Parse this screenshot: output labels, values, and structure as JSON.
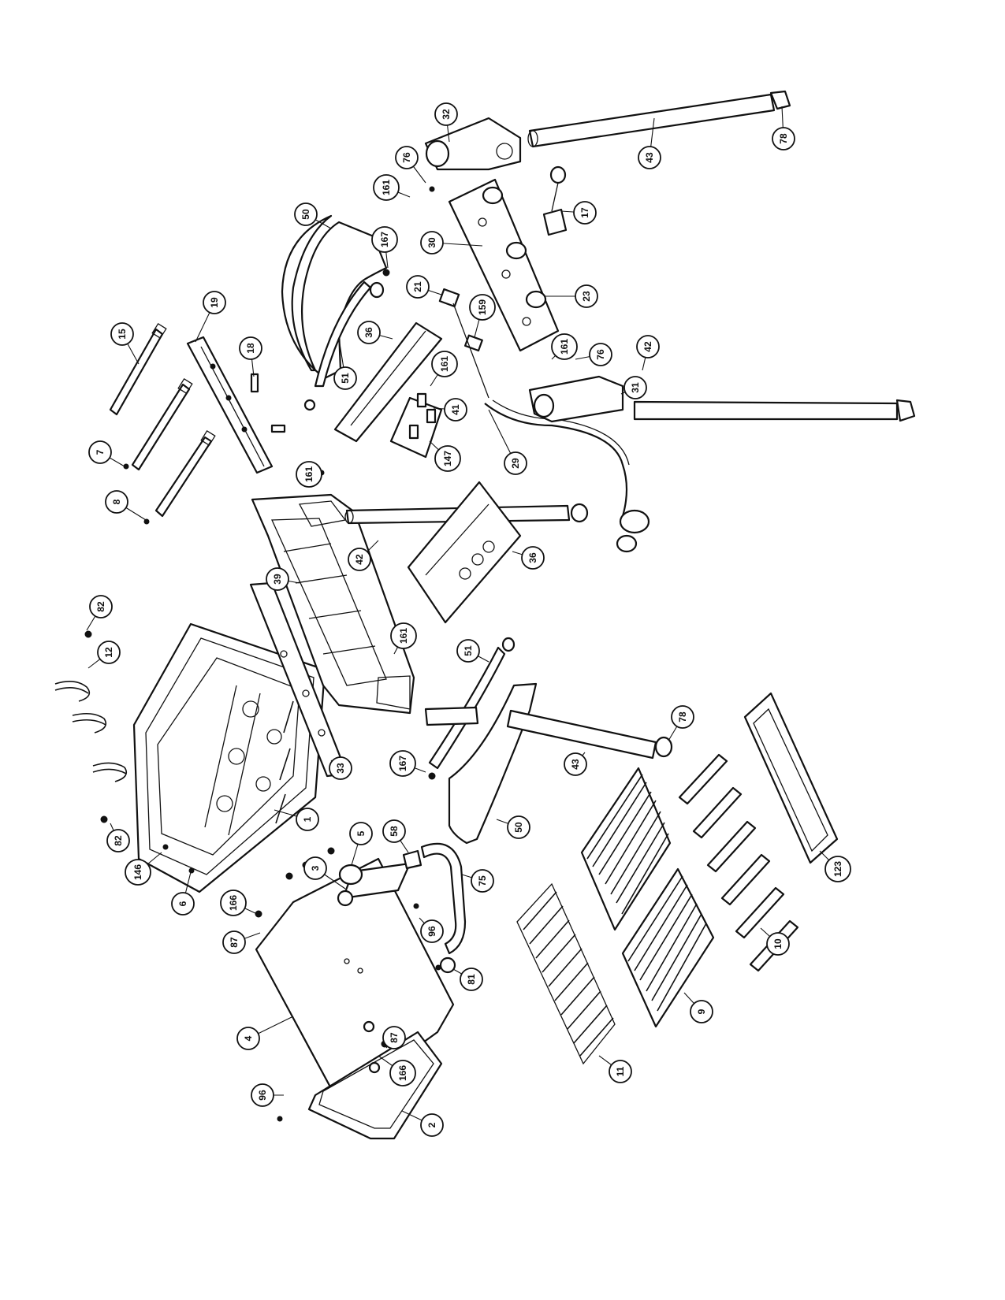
{
  "callouts": [
    {
      "id": "c1",
      "label": "1"
    },
    {
      "id": "c2",
      "label": "2"
    },
    {
      "id": "c3",
      "label": "3"
    },
    {
      "id": "c4",
      "label": "4"
    },
    {
      "id": "c5",
      "label": "5"
    },
    {
      "id": "c6",
      "label": "6"
    },
    {
      "id": "c7",
      "label": "7"
    },
    {
      "id": "c8",
      "label": "8"
    },
    {
      "id": "c9",
      "label": "9"
    },
    {
      "id": "c10",
      "label": "10"
    },
    {
      "id": "c11",
      "label": "11"
    },
    {
      "id": "c12",
      "label": "12"
    },
    {
      "id": "c15",
      "label": "15"
    },
    {
      "id": "c17",
      "label": "17"
    },
    {
      "id": "c18",
      "label": "18"
    },
    {
      "id": "c19",
      "label": "19"
    },
    {
      "id": "c21",
      "label": "21"
    },
    {
      "id": "c23",
      "label": "23"
    },
    {
      "id": "c29",
      "label": "29"
    },
    {
      "id": "c30",
      "label": "30"
    },
    {
      "id": "c31",
      "label": "31"
    },
    {
      "id": "c32",
      "label": "32"
    },
    {
      "id": "c33",
      "label": "33"
    },
    {
      "id": "c36a",
      "label": "36"
    },
    {
      "id": "c36b",
      "label": "36"
    },
    {
      "id": "c39",
      "label": "39"
    },
    {
      "id": "c41",
      "label": "41"
    },
    {
      "id": "c42a",
      "label": "42"
    },
    {
      "id": "c42b",
      "label": "42"
    },
    {
      "id": "c43a",
      "label": "43"
    },
    {
      "id": "c43b",
      "label": "43"
    },
    {
      "id": "c50a",
      "label": "50"
    },
    {
      "id": "c50b",
      "label": "50"
    },
    {
      "id": "c51a",
      "label": "51"
    },
    {
      "id": "c51b",
      "label": "51"
    },
    {
      "id": "c58",
      "label": "58"
    },
    {
      "id": "c75",
      "label": "75"
    },
    {
      "id": "c76a",
      "label": "76"
    },
    {
      "id": "c76b",
      "label": "76"
    },
    {
      "id": "c78a",
      "label": "78"
    },
    {
      "id": "c78b",
      "label": "78"
    },
    {
      "id": "c81",
      "label": "81"
    },
    {
      "id": "c82a",
      "label": "82"
    },
    {
      "id": "c82b",
      "label": "82"
    },
    {
      "id": "c87a",
      "label": "87"
    },
    {
      "id": "c87b",
      "label": "87"
    },
    {
      "id": "c96a",
      "label": "96"
    },
    {
      "id": "c96b",
      "label": "96"
    },
    {
      "id": "c123",
      "label": "123"
    },
    {
      "id": "c146",
      "label": "146"
    },
    {
      "id": "c147",
      "label": "147"
    },
    {
      "id": "c159",
      "label": "159"
    },
    {
      "id": "c161a",
      "label": "161"
    },
    {
      "id": "c161b",
      "label": "161"
    },
    {
      "id": "c161c",
      "label": "161"
    },
    {
      "id": "c161d",
      "label": "161"
    },
    {
      "id": "c161e",
      "label": "161"
    },
    {
      "id": "c166a",
      "label": "166"
    },
    {
      "id": "c166b",
      "label": "166"
    },
    {
      "id": "c167a",
      "label": "167"
    },
    {
      "id": "c167b",
      "label": "167"
    }
  ]
}
